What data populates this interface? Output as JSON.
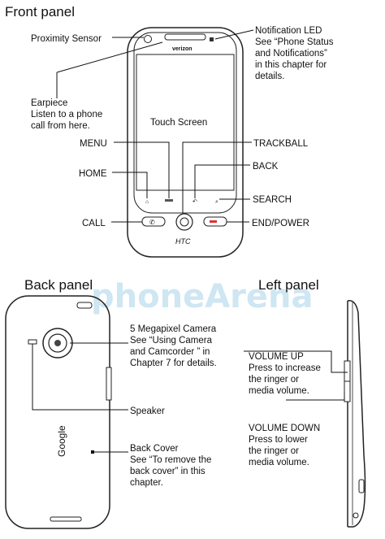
{
  "watermark": "phoneArena",
  "front": {
    "title": "Front panel",
    "phone": {
      "carrier_logo": "verizon",
      "brand_logo": "HTC",
      "screen_label": "Touch Screen"
    },
    "buttons": [
      "home",
      "menu",
      "back",
      "search"
    ],
    "callouts": {
      "proximity": {
        "lines": [
          "Proximity Sensor"
        ]
      },
      "led": {
        "lines": [
          "Notification LED",
          "See “Phone Status",
          "and Notifications”",
          "in this chapter for",
          "details."
        ]
      },
      "earpiece": {
        "lines": [
          "Earpiece",
          "Listen to a phone",
          "call from here."
        ]
      },
      "menu": {
        "lines": [
          "MENU"
        ]
      },
      "trackball": {
        "lines": [
          "TRACKBALL"
        ]
      },
      "home": {
        "lines": [
          "HOME"
        ]
      },
      "back": {
        "lines": [
          "BACK"
        ]
      },
      "search": {
        "lines": [
          "SEARCH"
        ]
      },
      "call": {
        "lines": [
          "CALL"
        ]
      },
      "endpower": {
        "lines": [
          "END/POWER"
        ]
      }
    }
  },
  "back": {
    "title": "Back panel",
    "google_logo": "Google",
    "callouts": {
      "camera": {
        "lines": [
          "5 Megapixel Camera",
          "See “Using Camera",
          "and Camcorder ” in",
          "Chapter 7 for details."
        ]
      },
      "speaker": {
        "lines": [
          "Speaker"
        ]
      },
      "cover": {
        "lines": [
          "Back Cover",
          "See “To remove the",
          "back cover” in this",
          "chapter."
        ]
      }
    }
  },
  "left": {
    "title": "Left panel",
    "callouts": {
      "volup": {
        "lines": [
          "VOLUME UP",
          "Press to increase",
          "the ringer or",
          "media volume."
        ]
      },
      "voldown": {
        "lines": [
          "VOLUME DOWN",
          "Press to lower",
          "the ringer or",
          "media volume."
        ]
      }
    }
  }
}
